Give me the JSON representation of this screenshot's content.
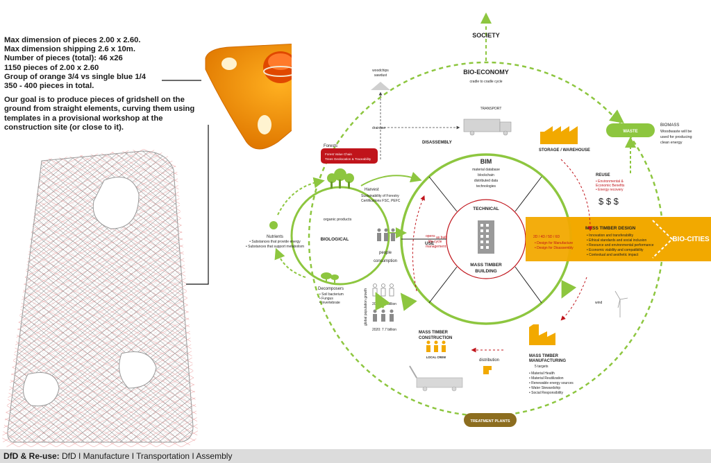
{
  "notes": {
    "lines": [
      "Max dimension of pieces 2.00 x 2.60.",
      "Max dimension shipping 2.6 x 10m.",
      "Number of pieces (total): 46 x26",
      "1150 pieces of 2.00 x 2.60",
      "Group of orange 3/4 vs single blue 1/4",
      "350 - 400 pieces in total."
    ],
    "goal": "Our goal is to produce pieces of gridshell on the ground from straight elements, curving them using templates in a provisional workshop at the construction site (or close to it)."
  },
  "footer": {
    "bold": "DfD & Re-use:",
    "rest": " DfD I Manufacture I Transportation I Assembly"
  },
  "diagram": {
    "society": "SOCIETY",
    "bio_economy": "BIO-ECONOMY",
    "cradle": "cradle to cradle cycle",
    "woodchips": [
      "woodchips",
      "sawdust"
    ],
    "transport": "TRANSPORT",
    "drainase": "drainase",
    "disassembly": "DISASSEMBLY",
    "forests": "Forests",
    "forest_box": [
      "Forest Value Chain",
      "Trees Geolocation & Traceability"
    ],
    "harvest": "Harvest",
    "harvest_sub": [
      "Sustainability of Forestry",
      "Certifications FSC, PEFC"
    ],
    "bim": "BIM",
    "bim_sub": [
      "material database",
      "blockchain",
      "distributed data",
      "technologies"
    ],
    "storage": "STORAGE / WAREHOUSE",
    "waste": "WASTE",
    "biomass": "BIOMASS",
    "biomass_sub": [
      "Woodwaste will be",
      "used for producing",
      "clean energy"
    ],
    "reuse": "REUSE",
    "reuse_items": [
      "• Environmental &",
      "  Economic Benefits",
      "• Energy recovery"
    ],
    "dollars": "$ $ $",
    "organic": "organic products",
    "biological": "BIOLOGICAL",
    "nutrients": "Nutrients",
    "nutrients_items": [
      "• Substances that provide energy",
      "• Substances that support metabolism"
    ],
    "people": "people",
    "consumption": "consumption",
    "use": "USE",
    "opens": "opens",
    "as_built": "as built",
    "lifecycle": [
      "life-cycle",
      "management"
    ],
    "technical": "TECHNICAL",
    "mtb": [
      "MASS TIMBER",
      "BUILDING"
    ],
    "dims": "2D / 4D / 5D / 6D",
    "design_items": [
      "• Design for Manufacture",
      "• Design for Disassembly"
    ],
    "mtd_title": "MASS TIMBER DESIGN",
    "mtd_items": [
      "• Innovation and transferability",
      "• Ethical standards and social inclusion",
      "• Resource and environmental performance",
      "• Economic viability and compatibility",
      "• Contextual and aesthetic impact"
    ],
    "bio_cities": "BIO-CITIES",
    "decomposers": "Decomposers",
    "decomposers_items": [
      "• Soil bacterium",
      "• Fungus",
      "• Invertebrate"
    ],
    "pop_2050": "2050: 9.7 billion",
    "pop_2020": "2020: 7.7 billion",
    "pop_axis": "global population growth",
    "wind": "wind",
    "mtc": [
      "MASS TIMBER",
      "CONSTRUCTION"
    ],
    "local_crew": "LOCAL CREW",
    "distribution": "distribution",
    "mtm": [
      "MASS TIMBER",
      "MANUFACTURING"
    ],
    "targets": "5 targets",
    "mtm_items": [
      "• Material Health",
      "• Material Reutilization",
      "• Renewable energy sources",
      "• Water Stewardship",
      "• Social Responsibility"
    ],
    "treatment": "TREATMENT PLANTS"
  },
  "colors": {
    "green": "#8dc63f",
    "orange": "#f2a900",
    "red": "#c0141b",
    "brown": "#8c6d1f",
    "gray": "#8a8a8a"
  }
}
